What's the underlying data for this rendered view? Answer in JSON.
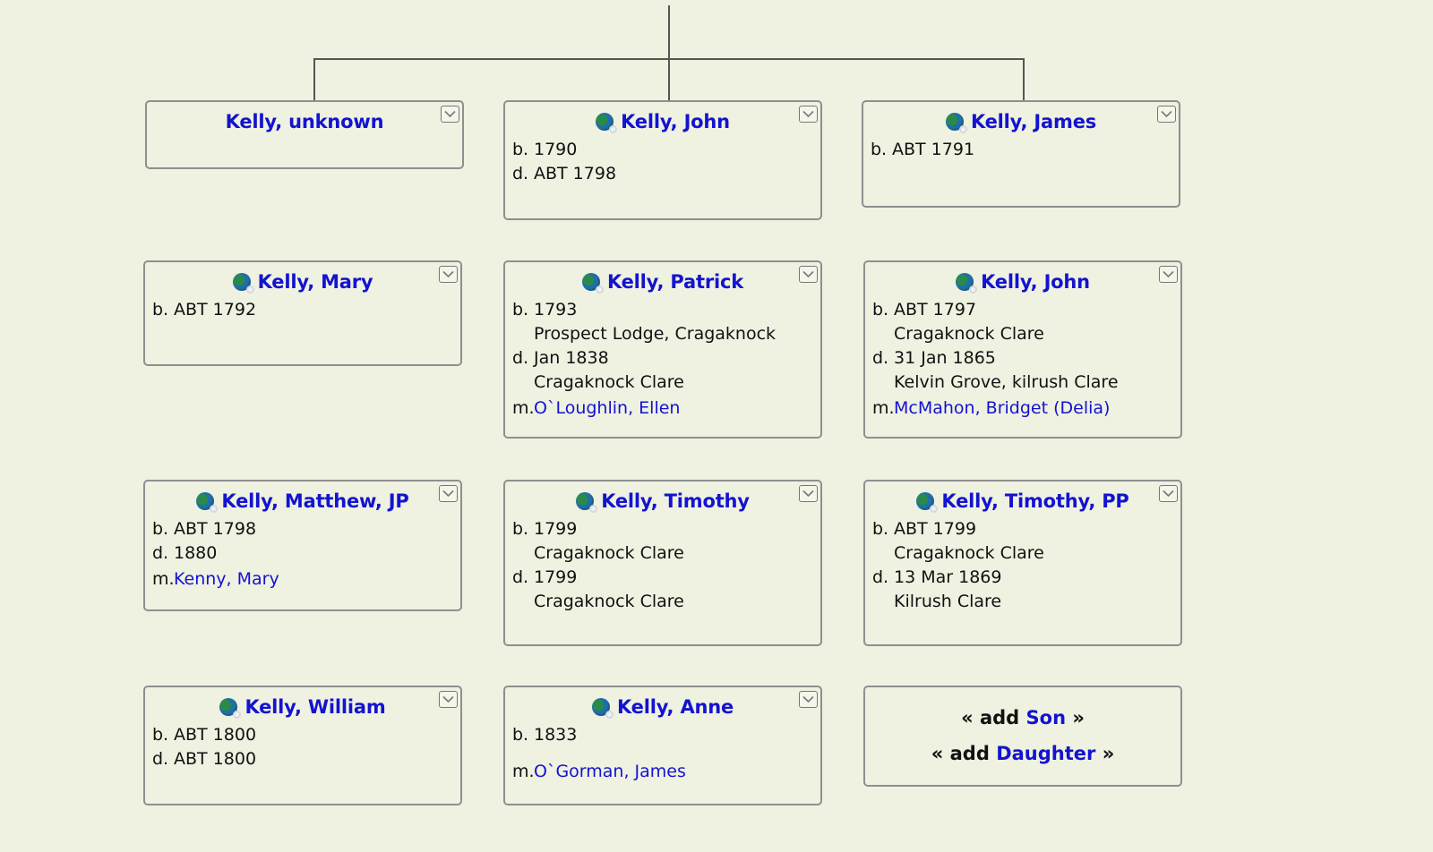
{
  "people": [
    {
      "name": "Kelly, unknown",
      "icon": "globe-icon",
      "has_icon": false,
      "facts": []
    },
    {
      "name": "Kelly, John",
      "icon": "globe-icon",
      "has_icon": true,
      "facts": [
        {
          "label": "b.",
          "value": "1790"
        },
        {
          "label": "d.",
          "value": "ABT 1798"
        }
      ]
    },
    {
      "name": "Kelly, James",
      "icon": "globe-icon",
      "has_icon": true,
      "facts": [
        {
          "label": "b.",
          "value": "ABT 1791"
        }
      ]
    },
    {
      "name": "Kelly, Mary",
      "icon": "globe-icon",
      "has_icon": true,
      "facts": [
        {
          "label": "b.",
          "value": "ABT 1792"
        }
      ]
    },
    {
      "name": "Kelly, Patrick",
      "icon": "globe-icon",
      "has_icon": true,
      "facts": [
        {
          "label": "b.",
          "value": "1793",
          "place": "Prospect Lodge, Cragaknock"
        },
        {
          "label": "d.",
          "value": "Jan 1838",
          "place": "Cragaknock Clare"
        }
      ],
      "spouse": {
        "label": "m.",
        "name": "O`Loughlin, Ellen"
      }
    },
    {
      "name": "Kelly, John",
      "icon": "globe-icon",
      "has_icon": true,
      "facts": [
        {
          "label": "b.",
          "value": "ABT 1797",
          "place": "Cragaknock Clare"
        },
        {
          "label": "d.",
          "value": "31 Jan 1865",
          "place": "Kelvin Grove, kilrush Clare"
        }
      ],
      "spouse": {
        "label": "m.",
        "name": "McMahon, Bridget (Delia)"
      }
    },
    {
      "name": "Kelly, Matthew, JP",
      "icon": "globe-icon",
      "has_icon": true,
      "facts": [
        {
          "label": "b.",
          "value": "ABT 1798"
        },
        {
          "label": "d.",
          "value": "1880"
        }
      ],
      "spouse": {
        "label": "m.",
        "name": "Kenny, Mary"
      }
    },
    {
      "name": "Kelly, Timothy",
      "icon": "globe-icon",
      "has_icon": true,
      "facts": [
        {
          "label": "b.",
          "value": "1799",
          "place": "Cragaknock Clare"
        },
        {
          "label": "d.",
          "value": "1799",
          "place": "Cragaknock Clare"
        }
      ]
    },
    {
      "name": "Kelly, Timothy, PP",
      "icon": "globe-icon",
      "has_icon": true,
      "facts": [
        {
          "label": "b.",
          "value": "ABT 1799",
          "place": "Cragaknock Clare"
        },
        {
          "label": "d.",
          "value": "13 Mar 1869",
          "place": "Kilrush Clare"
        }
      ]
    },
    {
      "name": "Kelly, William",
      "icon": "globe-icon",
      "has_icon": true,
      "facts": [
        {
          "label": "b.",
          "value": "ABT 1800"
        },
        {
          "label": "d.",
          "value": "ABT 1800"
        }
      ]
    },
    {
      "name": "Kelly, Anne",
      "icon": "globe-icon",
      "has_icon": true,
      "facts": [
        {
          "label": "b.",
          "value": "1833"
        }
      ],
      "spouse": {
        "label": "m.",
        "name": "O`Gorman, James"
      }
    }
  ],
  "add_box": {
    "left_arrow": "«",
    "right_arrow": "»",
    "add_word": "add",
    "son_label": "Son",
    "daughter_label": "Daughter"
  },
  "colors": {
    "background": "#eff1e1",
    "link": "#1313d0",
    "border": "#8f8f8f",
    "connector": "#555555"
  }
}
